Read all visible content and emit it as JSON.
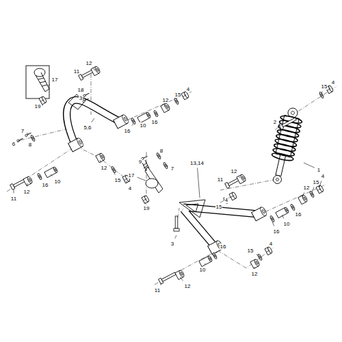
{
  "diagram": {
    "labels": [
      "12",
      "11",
      "17",
      "18",
      "3",
      "19",
      "5,6",
      "16",
      "10",
      "16",
      "12",
      "15",
      "4",
      "7",
      "8",
      "6",
      "12",
      "15",
      "4",
      "16",
      "10",
      "11",
      "12",
      "15",
      "4",
      "2",
      "1",
      "9",
      "8",
      "7",
      "17",
      "19",
      "13,14",
      "11",
      "12",
      "15",
      "4",
      "16",
      "10",
      "16",
      "12",
      "15",
      "4",
      "3",
      "16",
      "10",
      "12",
      "15",
      "4",
      "11",
      "12"
    ]
  }
}
